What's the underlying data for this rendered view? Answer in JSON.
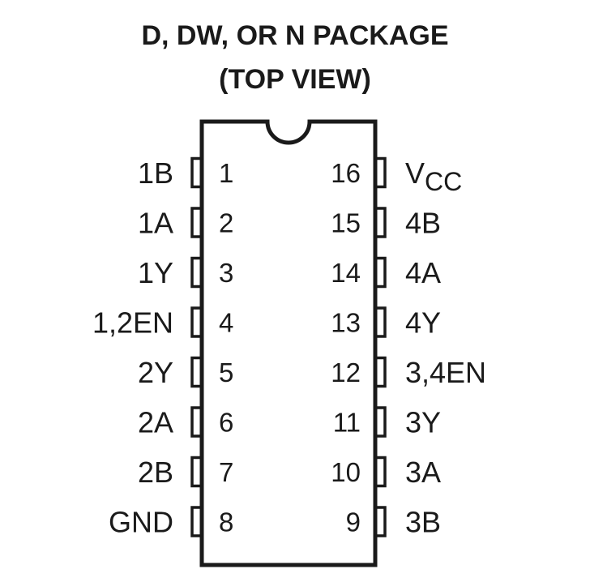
{
  "title": {
    "line1": "D, DW, OR N PACKAGE",
    "line2": "(TOP VIEW)"
  },
  "left_pins": [
    {
      "number": "1",
      "label": "1B"
    },
    {
      "number": "2",
      "label": "1A"
    },
    {
      "number": "3",
      "label": "1Y"
    },
    {
      "number": "4",
      "label": "1,2EN"
    },
    {
      "number": "5",
      "label": "2Y"
    },
    {
      "number": "6",
      "label": "2A"
    },
    {
      "number": "7",
      "label": "2B"
    },
    {
      "number": "8",
      "label": "GND"
    }
  ],
  "right_pins": [
    {
      "number": "16",
      "label": "V",
      "sub": "CC"
    },
    {
      "number": "15",
      "label": "4B"
    },
    {
      "number": "14",
      "label": "4A"
    },
    {
      "number": "13",
      "label": "4Y"
    },
    {
      "number": "12",
      "label": "3,4EN"
    },
    {
      "number": "11",
      "label": "3Y"
    },
    {
      "number": "10",
      "label": "3A"
    },
    {
      "number": "9",
      "label": "3B"
    }
  ]
}
